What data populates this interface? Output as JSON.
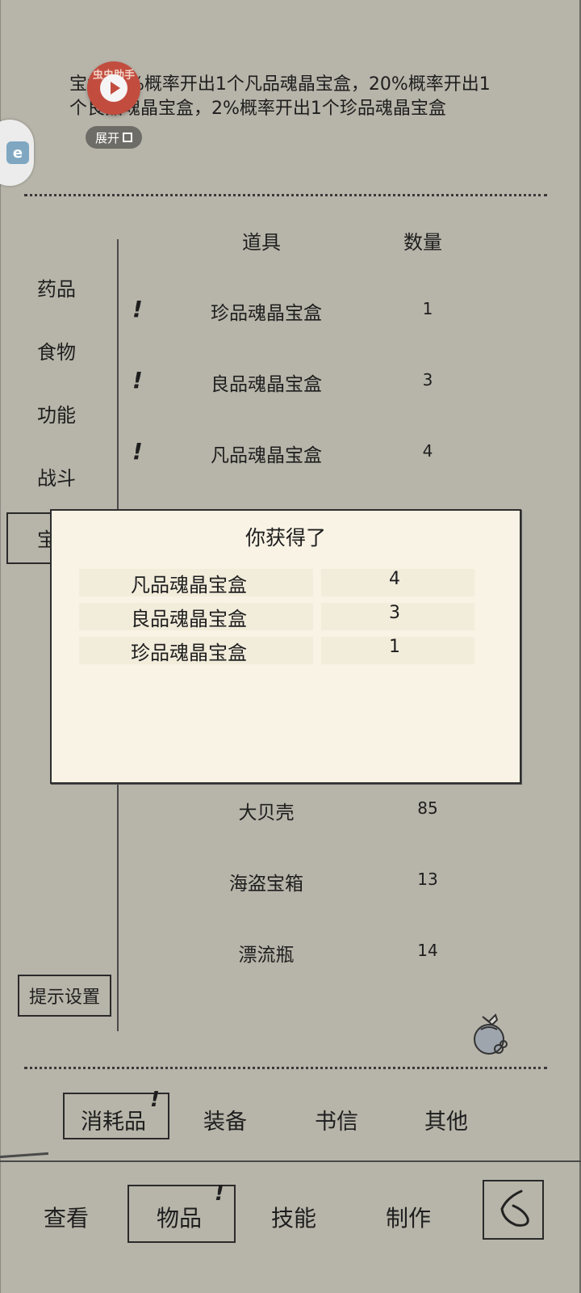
{
  "description": "宝盒78%概率开出1个凡品魂晶宝盒，20%概率开出1个良品魂晶宝盒，2%概率开出1个珍品魂晶宝盒",
  "overlay": {
    "widget_label": "虫虫助手",
    "expand_label": "展开"
  },
  "headers": {
    "item": "道具",
    "qty": "数量"
  },
  "categories": [
    "药品",
    "食物",
    "功能",
    "战斗",
    "宝"
  ],
  "items_top": [
    {
      "mark": "!",
      "name": "珍品魂晶宝盒",
      "qty": "1"
    },
    {
      "mark": "!",
      "name": "良品魂晶宝盒",
      "qty": "3"
    },
    {
      "mark": "!",
      "name": "凡品魂晶宝盒",
      "qty": "4"
    }
  ],
  "items_bottom": [
    {
      "name": "大贝壳",
      "qty": "85"
    },
    {
      "name": "海盗宝箱",
      "qty": "13"
    },
    {
      "name": "漂流瓶",
      "qty": "14"
    }
  ],
  "hint_button": "提示设置",
  "popup": {
    "title": "你获得了",
    "rows": [
      {
        "name": "凡品魂晶宝盒",
        "qty": "4"
      },
      {
        "name": "良品魂晶宝盒",
        "qty": "3"
      },
      {
        "name": "珍品魂晶宝盒",
        "qty": "1"
      }
    ]
  },
  "tabs": [
    "消耗品",
    "装备",
    "书信",
    "其他"
  ],
  "nav": [
    "查看",
    "物品",
    "技能",
    "制作"
  ],
  "badge": "!",
  "colors": {
    "background": "#b7b4a9",
    "popup": "#f8f3e4",
    "widget": "#c24d3f"
  }
}
